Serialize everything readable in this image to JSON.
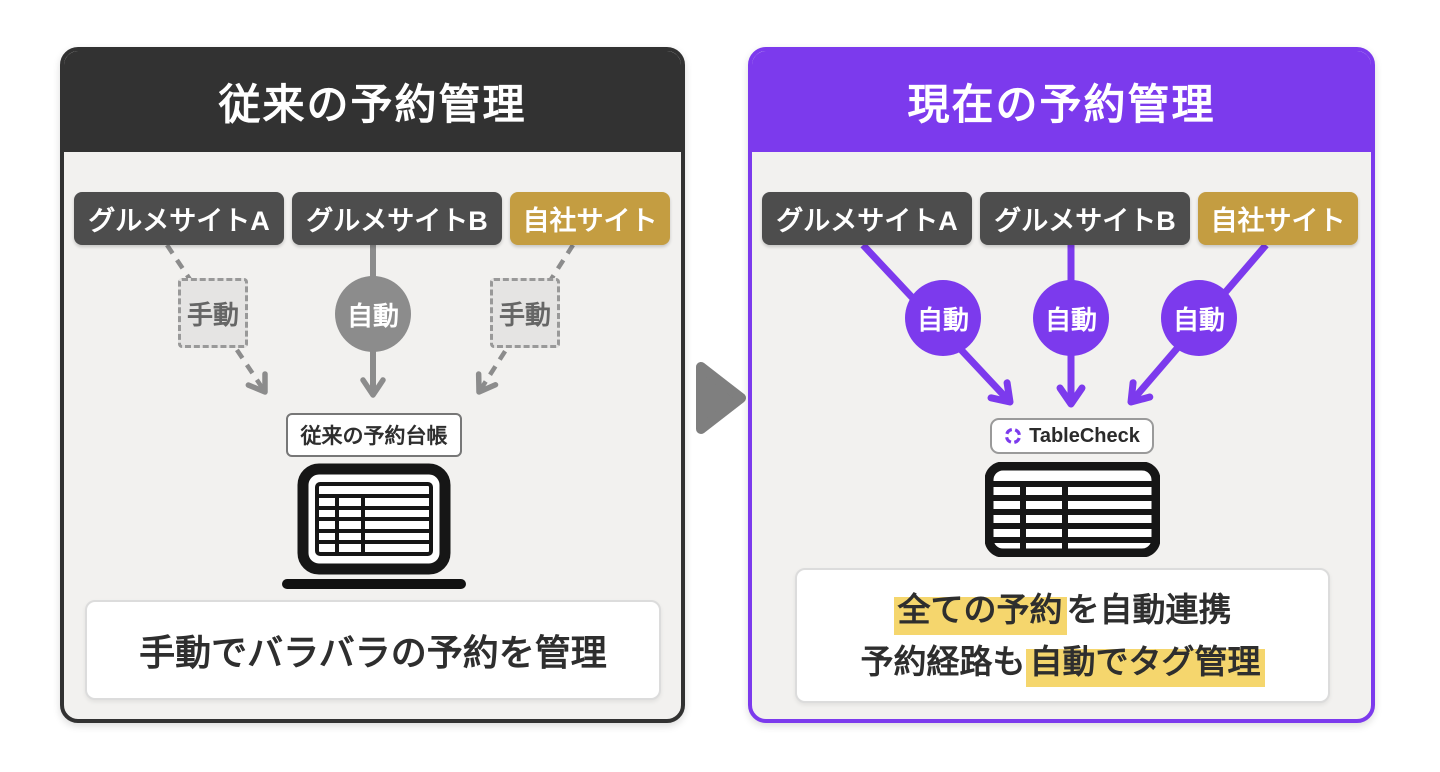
{
  "left_panel": {
    "title": "従来の予約管理",
    "sources": [
      "グルメサイトA",
      "グルメサイトB",
      "自社サイト"
    ],
    "connectors": [
      "手動",
      "自動",
      "手動"
    ],
    "ledger_label": "従来の予約台帳",
    "caption": "手動でバラバラの予約を管理"
  },
  "right_panel": {
    "title": "現在の予約管理",
    "sources": [
      "グルメサイトA",
      "グルメサイトB",
      "自社サイト"
    ],
    "connectors": [
      "自動",
      "自動",
      "自動"
    ],
    "brand": "TableCheck",
    "caption_line1_highlight": "全ての予約",
    "caption_line1_rest": "を自動連携",
    "caption_line2_pre": "予約経路も",
    "caption_line2_highlight": "自動でタグ管理"
  },
  "icons": {
    "middle": "arrow-right-icon",
    "left_device": "laptop-spreadsheet-icon",
    "right_device": "spreadsheet-icon",
    "brand_mark": "tablecheck-logo-icon"
  },
  "colors": {
    "left_theme": "#323232",
    "right_theme": "#7c3aed",
    "source_box": "#4d4d4d",
    "own_site_box": "#c49d41",
    "manual_gray": "#8c8c8c",
    "highlight_yellow": "#f5d66d",
    "panel_bg": "#f2f1ef"
  }
}
